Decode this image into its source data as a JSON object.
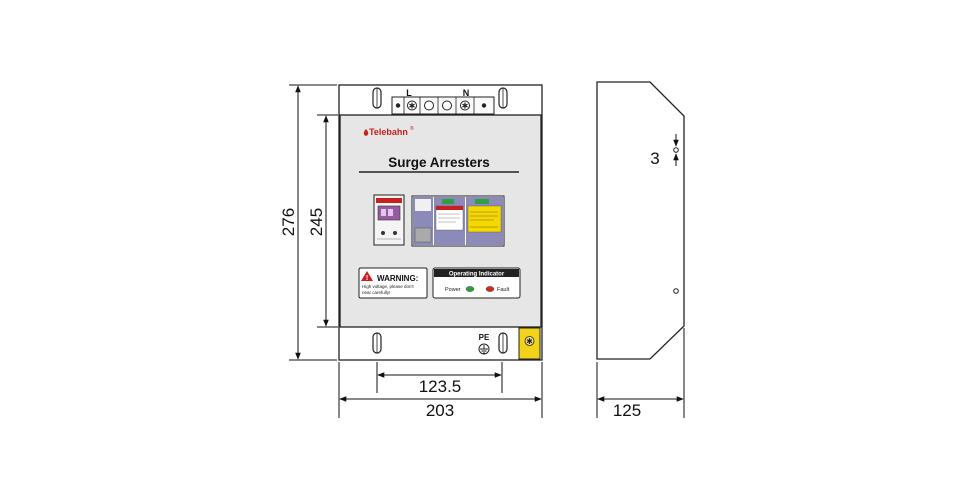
{
  "front": {
    "terminal_l": "L",
    "terminal_n": "N",
    "brand": "Telebahn",
    "brand_mark": "®",
    "title": "Surge Arresters",
    "warning_title": "WARNING:",
    "warning_line1": "High voltage, please don't",
    "warning_line2": "near carefully!",
    "indicator_title": "Operating Indicator",
    "power_label": "Power",
    "fault_label": "Fault",
    "pe_label": "PE"
  },
  "dimensions": {
    "height_total": "276",
    "height_inner": "245",
    "width_mount": "123.5",
    "width_total": "203",
    "side_gap": "3",
    "side_depth": "125"
  },
  "colors": {
    "brand_red": "#c8201e",
    "panel_gray": "#e6e6e6",
    "module_purple": "#8c8ab8",
    "label_yellow": "#f5d800",
    "terminal_yellow": "#f2d31b",
    "power_green": "#2e9e3a",
    "fault_red": "#d0281f"
  }
}
